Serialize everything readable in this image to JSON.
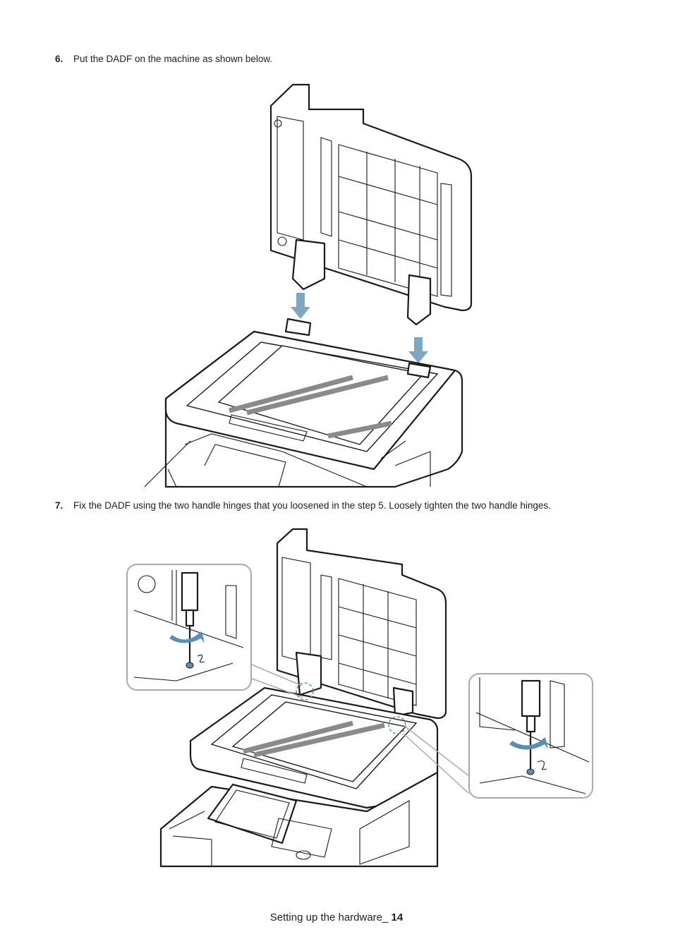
{
  "steps": [
    {
      "number": "6.",
      "text": "Put the DADF on the machine as shown below."
    },
    {
      "number": "7.",
      "text": "Fix the DADF using the two handle hinges that you loosened in the step 5. Loosely tighten the two handle hinges."
    }
  ],
  "footer": {
    "text": "Setting up the hardware_",
    "page": "14"
  },
  "colors": {
    "arrow": "#7fa8c0",
    "glass_stripe": "#8a8a8a"
  }
}
